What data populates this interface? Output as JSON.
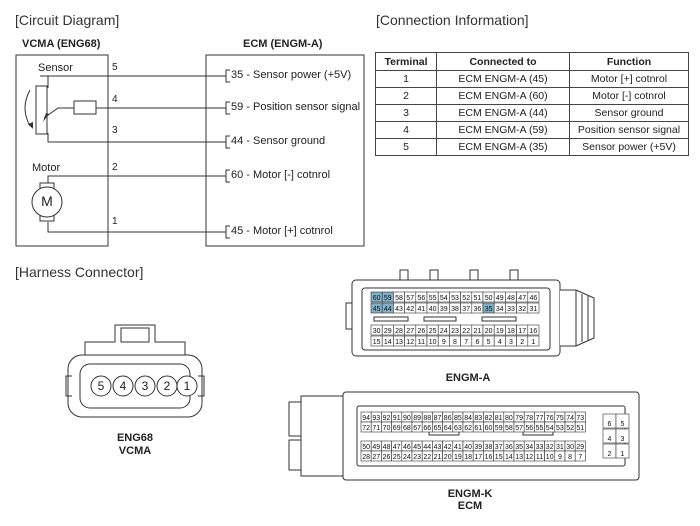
{
  "sections": {
    "circuit": "[Circuit Diagram]",
    "connection": "[Connection Information]",
    "harness": "[Harness Connector]"
  },
  "circuit": {
    "vcma_title": "VCMA (ENG68)",
    "ecm_title": "ECM (ENGM-A)",
    "sensor_label": "Sensor",
    "motor_label": "Motor",
    "motor_symbol": "M",
    "pins": [
      "5",
      "4",
      "3",
      "2",
      "1"
    ],
    "ecm_pins": [
      "35 - Sensor power (+5V)",
      "59 - Position sensor signal",
      "44 - Sensor ground",
      "60 - Motor [-] cotnrol",
      "45 - Motor [+] cotnrol"
    ]
  },
  "table": {
    "headers": [
      "Terminal",
      "Connected to",
      "Function"
    ],
    "rows": [
      [
        "1",
        "ECM ENGM-A (45)",
        "Motor [+] cotnrol"
      ],
      [
        "2",
        "ECM ENGM-A (60)",
        "Motor [-] cotnrol"
      ],
      [
        "3",
        "ECM ENGM-A (44)",
        "Sensor ground"
      ],
      [
        "4",
        "ECM ENGM-A (59)",
        "Position sensor signal"
      ],
      [
        "5",
        "ECM ENGM-A (35)",
        "Sensor power (+5V)"
      ]
    ]
  },
  "harness": {
    "vcma_pins": [
      "5",
      "4",
      "3",
      "2",
      "1"
    ],
    "eng68_label": "ENG68",
    "vcma_label": "VCMA",
    "engm_a_label": "ENGM-A",
    "engm_k_label": "ENGM-K",
    "ecm_label": "ECM",
    "engm_a_rows": [
      [
        "60",
        "59",
        "58",
        "57",
        "56",
        "55",
        "54",
        "53",
        "52",
        "51",
        "50",
        "49",
        "48",
        "47",
        "46"
      ],
      [
        "45",
        "44",
        "43",
        "42",
        "41",
        "40",
        "39",
        "38",
        "37",
        "36",
        "35",
        "34",
        "33",
        "32",
        "31"
      ],
      [
        "30",
        "29",
        "28",
        "27",
        "26",
        "25",
        "24",
        "23",
        "22",
        "21",
        "20",
        "19",
        "18",
        "17",
        "16"
      ],
      [
        "15",
        "14",
        "13",
        "12",
        "11",
        "10",
        "9",
        "8",
        "7",
        "6",
        "5",
        "4",
        "3",
        "2",
        "1"
      ]
    ],
    "engm_a_highlight": [
      "60",
      "59",
      "45",
      "44",
      "35"
    ],
    "engm_k_rows": [
      [
        "94",
        "93",
        "92",
        "91",
        "90",
        "89",
        "88",
        "87",
        "86",
        "85",
        "84",
        "83",
        "82",
        "81",
        "80",
        "79",
        "78",
        "77",
        "76",
        "75",
        "74",
        "73"
      ],
      [
        "72",
        "71",
        "70",
        "69",
        "68",
        "67",
        "66",
        "65",
        "64",
        "63",
        "62",
        "61",
        "60",
        "59",
        "58",
        "57",
        "56",
        "55",
        "54",
        "53",
        "52",
        "51"
      ],
      [
        "50",
        "49",
        "48",
        "47",
        "46",
        "45",
        "44",
        "43",
        "42",
        "41",
        "40",
        "39",
        "38",
        "37",
        "36",
        "35",
        "34",
        "33",
        "32",
        "31",
        "30",
        "29"
      ],
      [
        "28",
        "27",
        "26",
        "25",
        "24",
        "23",
        "22",
        "21",
        "20",
        "19",
        "18",
        "17",
        "16",
        "15",
        "14",
        "13",
        "12",
        "11",
        "10",
        "9",
        "8",
        "7"
      ]
    ],
    "engm_k_side": [
      [
        "6",
        "5"
      ],
      [
        "4",
        "3"
      ],
      [
        "2",
        "1"
      ]
    ],
    "highlight_color": "#7fb0c8"
  }
}
